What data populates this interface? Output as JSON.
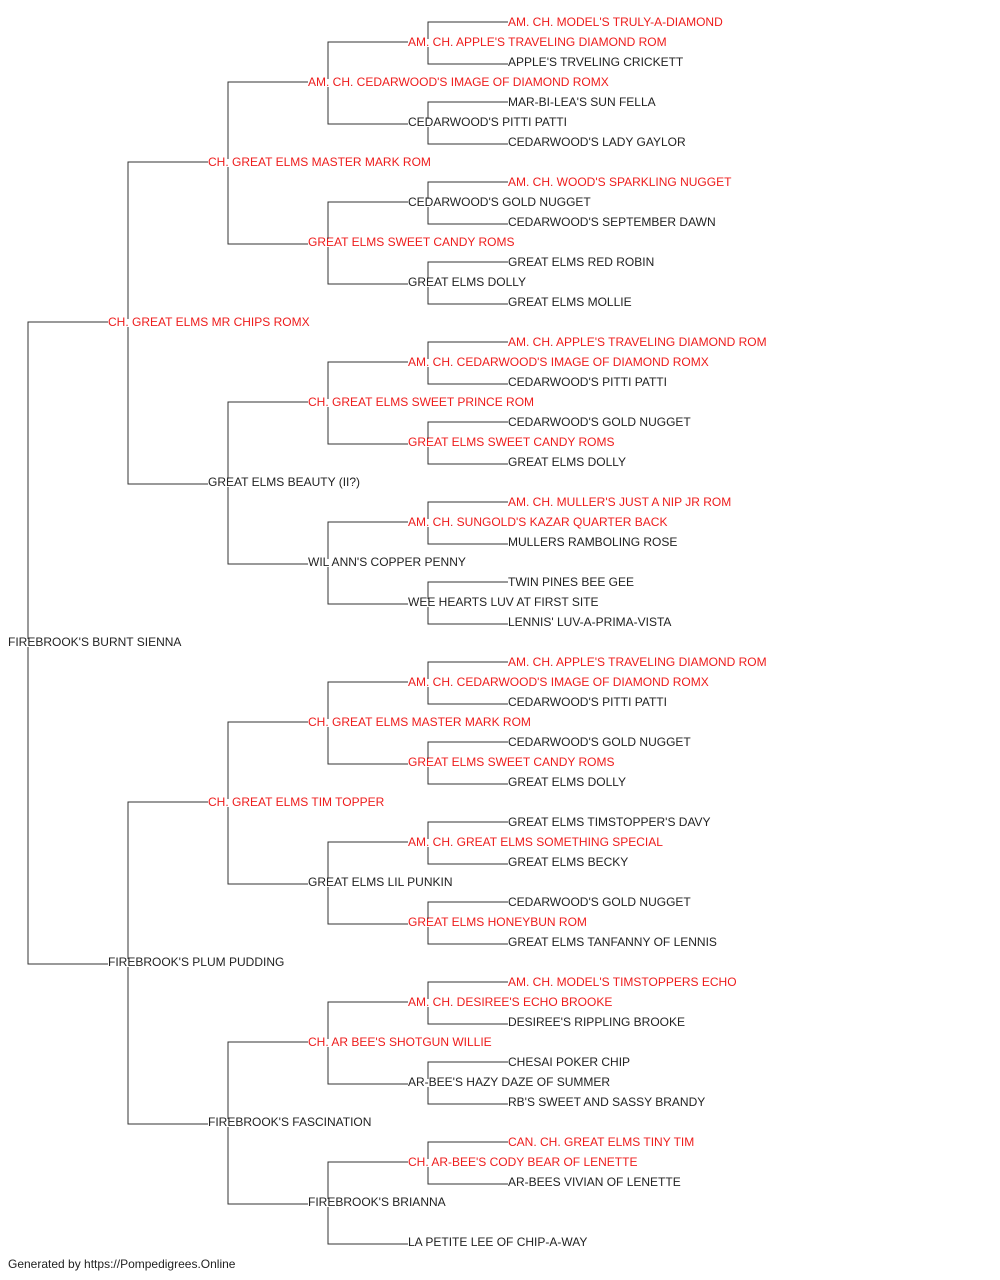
{
  "colors": {
    "champion": "#ee1c1c",
    "regular": "#222222",
    "line": "#333333"
  },
  "pedigree": {
    "name": "FIREBROOK'S BURNT SIENNA",
    "champion": false,
    "sire": {
      "name": "CH. GREAT ELMS MR CHIPS ROMX",
      "champion": true,
      "sire": {
        "name": "CH. GREAT ELMS MASTER MARK ROM",
        "champion": true,
        "sire": {
          "name": "AM. CH. CEDARWOOD'S IMAGE OF DIAMOND ROMX",
          "champion": true,
          "sire": {
            "name": "AM. CH. APPLE'S TRAVELING DIAMOND ROM",
            "champion": true,
            "sire": {
              "name": "AM. CH. MODEL'S TRULY-A-DIAMOND",
              "champion": true
            },
            "dam": {
              "name": "APPLE'S TRVELING CRICKETT",
              "champion": false
            }
          },
          "dam": {
            "name": "CEDARWOOD'S PITTI PATTI",
            "champion": false,
            "sire": {
              "name": "MAR-BI-LEA'S SUN FELLA",
              "champion": false
            },
            "dam": {
              "name": "CEDARWOOD'S LADY GAYLOR",
              "champion": false
            }
          }
        },
        "dam": {
          "name": "GREAT ELMS SWEET CANDY ROMS",
          "champion": true,
          "sire": {
            "name": "CEDARWOOD'S GOLD NUGGET",
            "champion": false,
            "sire": {
              "name": "AM. CH. WOOD'S SPARKLING NUGGET",
              "champion": true
            },
            "dam": {
              "name": "CEDARWOOD'S SEPTEMBER DAWN",
              "champion": false
            }
          },
          "dam": {
            "name": "GREAT ELMS DOLLY",
            "champion": false,
            "sire": {
              "name": "GREAT ELMS RED ROBIN",
              "champion": false
            },
            "dam": {
              "name": "GREAT ELMS MOLLIE",
              "champion": false
            }
          }
        }
      },
      "dam": {
        "name": "GREAT ELMS BEAUTY (II?)",
        "champion": false,
        "sire": {
          "name": "CH. GREAT ELMS SWEET PRINCE ROM",
          "champion": true,
          "sire": {
            "name": "AM. CH. CEDARWOOD'S IMAGE OF DIAMOND ROMX",
            "champion": true,
            "sire": {
              "name": "AM. CH. APPLE'S TRAVELING DIAMOND ROM",
              "champion": true
            },
            "dam": {
              "name": "CEDARWOOD'S PITTI PATTI",
              "champion": false
            }
          },
          "dam": {
            "name": "GREAT ELMS SWEET CANDY ROMS",
            "champion": true,
            "sire": {
              "name": "CEDARWOOD'S GOLD NUGGET",
              "champion": false
            },
            "dam": {
              "name": "GREAT ELMS DOLLY",
              "champion": false
            }
          }
        },
        "dam": {
          "name": "WIL ANN'S COPPER PENNY",
          "champion": false,
          "sire": {
            "name": "AM. CH. SUNGOLD'S KAZAR QUARTER BACK",
            "champion": true,
            "sire": {
              "name": "AM. CH. MULLER'S JUST A NIP JR ROM",
              "champion": true
            },
            "dam": {
              "name": "MULLERS RAMBOLING ROSE",
              "champion": false
            }
          },
          "dam": {
            "name": "WEE HEARTS LUV AT FIRST SITE",
            "champion": false,
            "sire": {
              "name": "TWIN PINES BEE GEE",
              "champion": false
            },
            "dam": {
              "name": "LENNIS' LUV-A-PRIMA-VISTA",
              "champion": false
            }
          }
        }
      }
    },
    "dam": {
      "name": "FIREBROOK'S PLUM PUDDING",
      "champion": false,
      "sire": {
        "name": "CH. GREAT ELMS TIM TOPPER",
        "champion": true,
        "sire": {
          "name": "CH. GREAT ELMS MASTER MARK ROM",
          "champion": true,
          "sire": {
            "name": "AM. CH. CEDARWOOD'S IMAGE OF DIAMOND ROMX",
            "champion": true,
            "sire": {
              "name": "AM. CH. APPLE'S TRAVELING DIAMOND ROM",
              "champion": true
            },
            "dam": {
              "name": "CEDARWOOD'S PITTI PATTI",
              "champion": false
            }
          },
          "dam": {
            "name": "GREAT ELMS SWEET CANDY ROMS",
            "champion": true,
            "sire": {
              "name": "CEDARWOOD'S GOLD NUGGET",
              "champion": false
            },
            "dam": {
              "name": "GREAT ELMS DOLLY",
              "champion": false
            }
          }
        },
        "dam": {
          "name": "GREAT ELMS LIL PUNKIN",
          "champion": false,
          "sire": {
            "name": "AM. CH. GREAT ELMS SOMETHING SPECIAL",
            "champion": true,
            "sire": {
              "name": "GREAT ELMS TIMSTOPPER'S DAVY",
              "champion": false
            },
            "dam": {
              "name": "GREAT ELMS BECKY",
              "champion": false
            }
          },
          "dam": {
            "name": "GREAT ELMS HONEYBUN ROM",
            "champion": true,
            "sire": {
              "name": "CEDARWOOD'S GOLD NUGGET",
              "champion": false
            },
            "dam": {
              "name": "GREAT ELMS TANFANNY OF LENNIS",
              "champion": false
            }
          }
        }
      },
      "dam": {
        "name": "FIREBROOK'S FASCINATION",
        "champion": false,
        "sire": {
          "name": "CH. AR BEE'S SHOTGUN WILLIE",
          "champion": true,
          "sire": {
            "name": "AM. CH. DESIREE'S ECHO BROOKE",
            "champion": true,
            "sire": {
              "name": "AM. CH. MODEL'S TIMSTOPPERS ECHO",
              "champion": true
            },
            "dam": {
              "name": "DESIREE'S RIPPLING BROOKE",
              "champion": false
            }
          },
          "dam": {
            "name": "AR-BEE'S HAZY DAZE OF SUMMER",
            "champion": false,
            "sire": {
              "name": "CHESAI POKER CHIP",
              "champion": false
            },
            "dam": {
              "name": "RB'S SWEET AND SASSY BRANDY",
              "champion": false
            }
          }
        },
        "dam": {
          "name": "FIREBROOK'S BRIANNA",
          "champion": false,
          "sire": {
            "name": "CH. AR-BEE'S CODY BEAR OF LENETTE",
            "champion": true,
            "sire": {
              "name": "CAN. CH. GREAT ELMS TINY TIM",
              "champion": true
            },
            "dam": {
              "name": "AR-BEES VIVIAN OF LENETTE",
              "champion": false
            }
          },
          "dam": {
            "name": "LA PETITE LEE OF CHIP-A-WAY",
            "champion": false
          }
        }
      }
    }
  },
  "footer": {
    "text": "Generated by https://Pompedigrees.Online"
  }
}
